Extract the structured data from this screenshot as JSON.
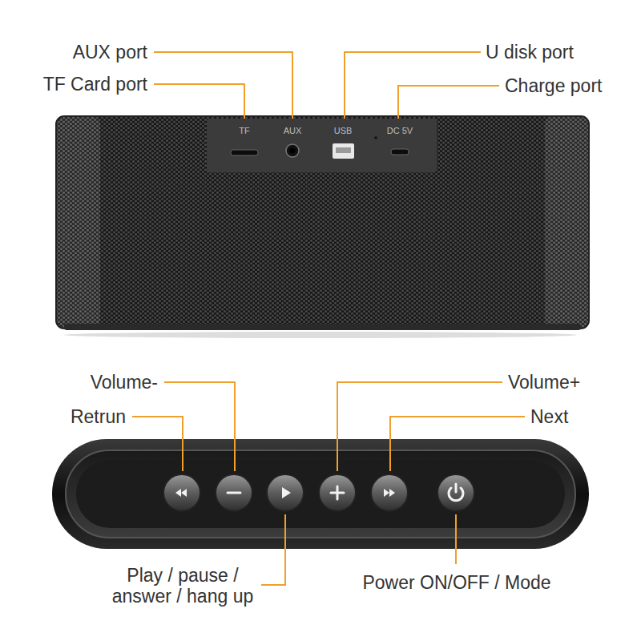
{
  "diagram": {
    "nodes": [
      {
        "text": [
          "TF",
          "AUX",
          "USB",
          "DC 5V"
        ]
      }
    ],
    "labels": [
      "AUX port",
      "TF Card port",
      "U disk port",
      "Charge port",
      "Volume-",
      "Retrun",
      "Volume+",
      "Next",
      "Play / pause / answer / hang up",
      "Power ON/OFF / Mode"
    ]
  }
}
